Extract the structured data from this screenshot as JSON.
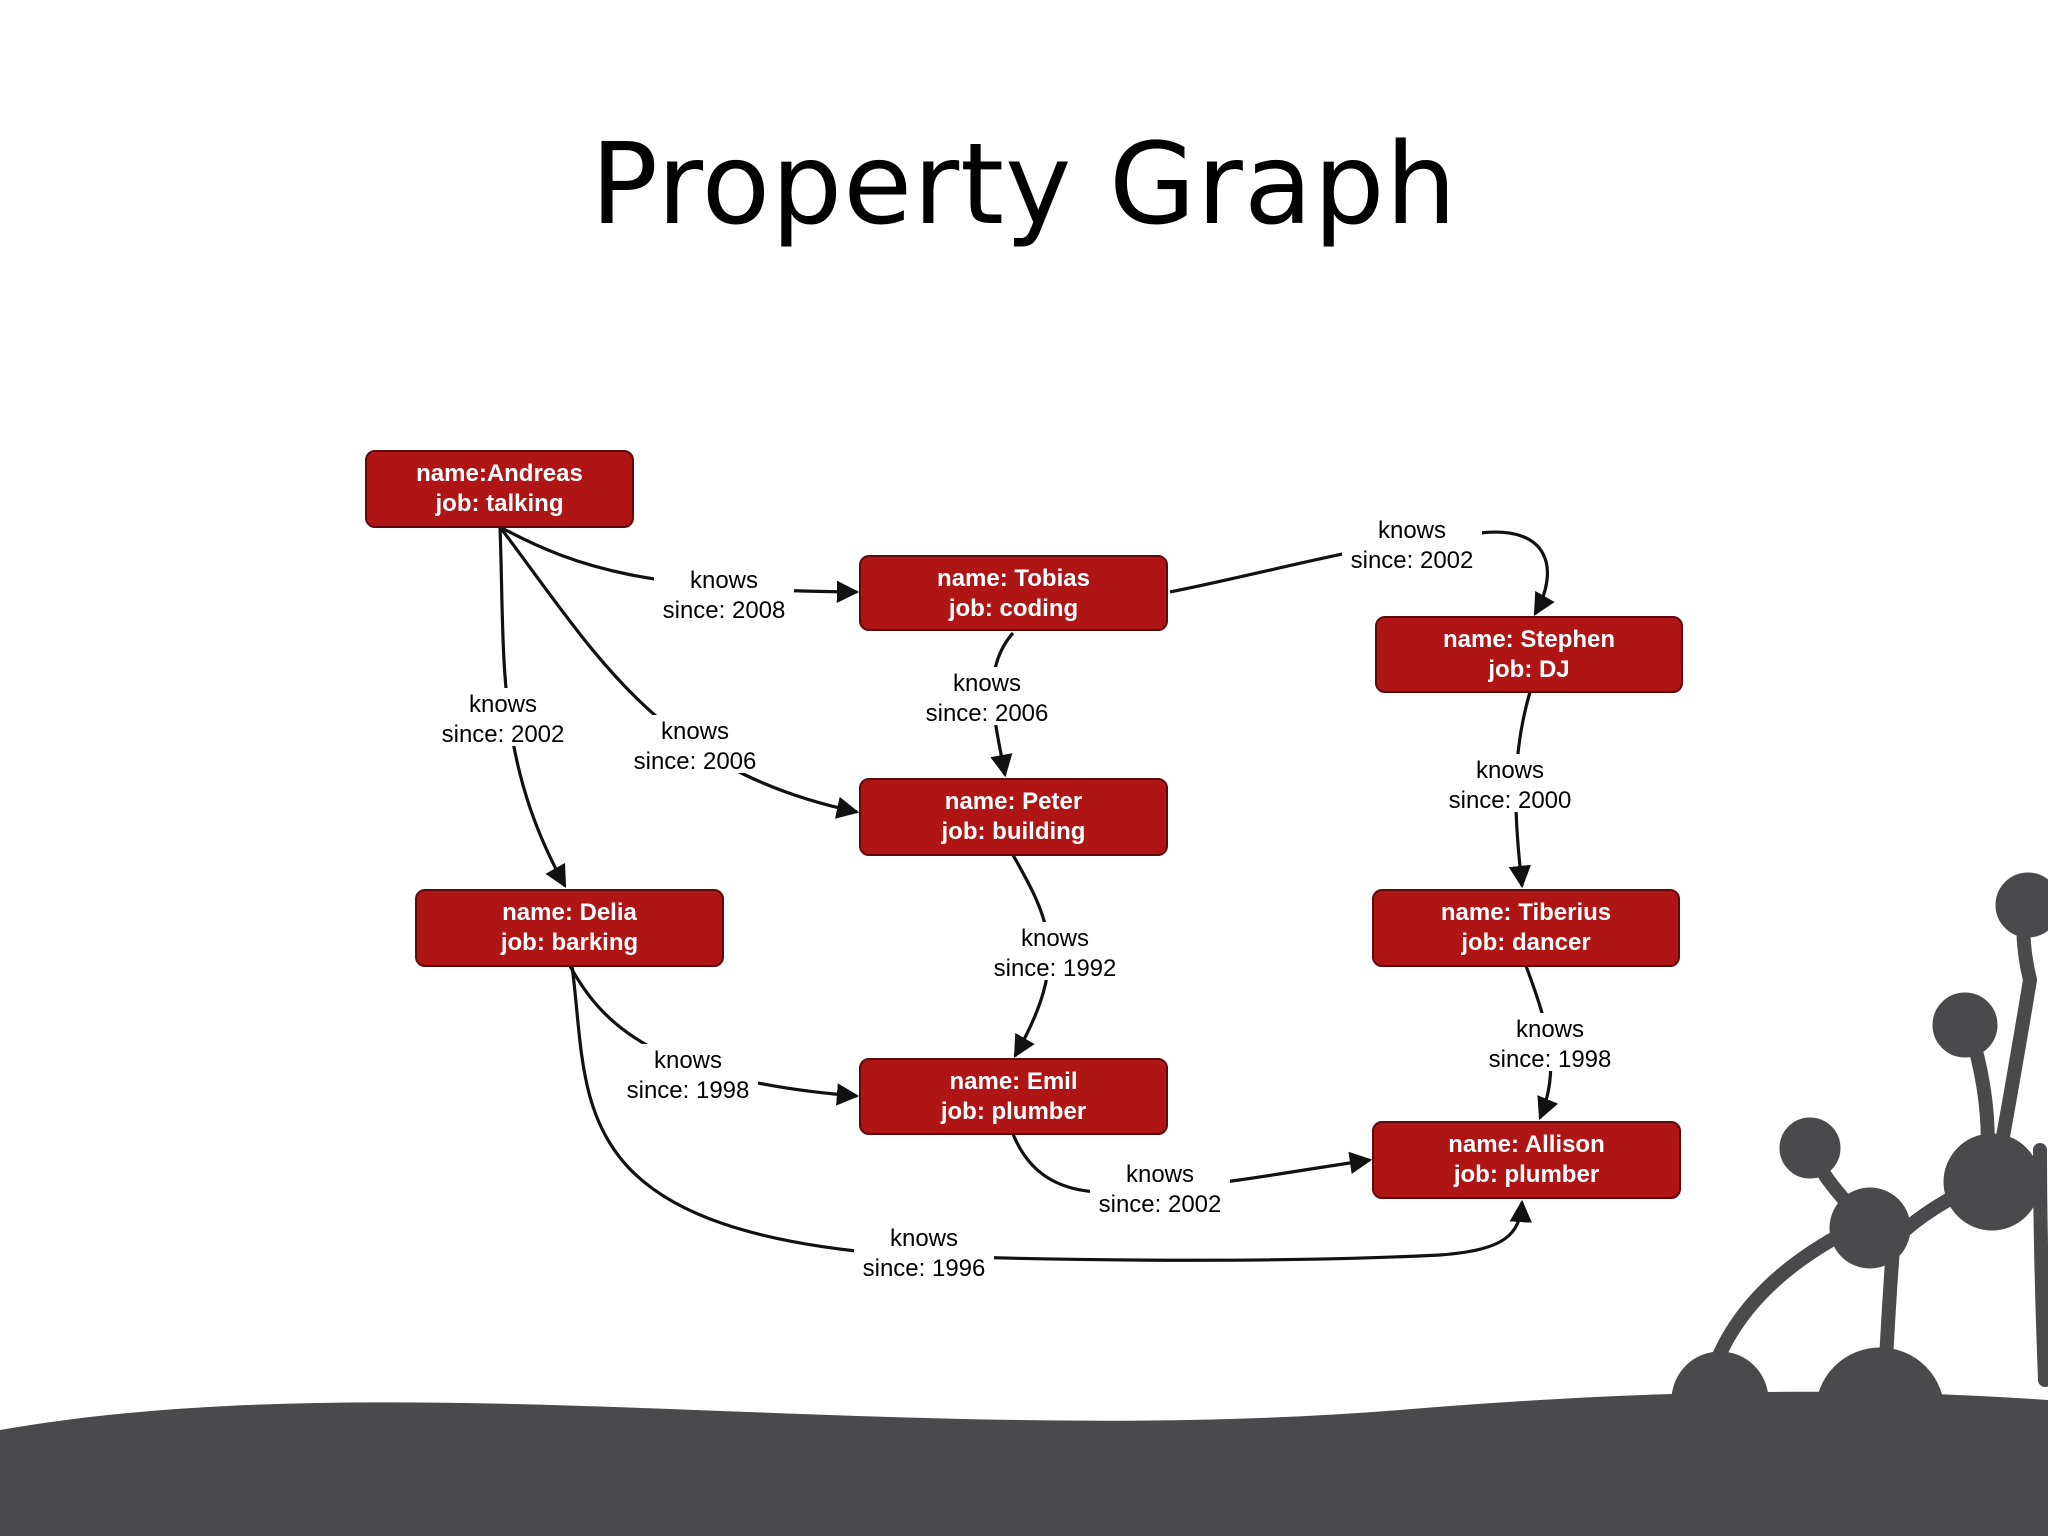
{
  "title": "Property Graph",
  "colors": {
    "node_fill": "#b01515",
    "node_border": "#5e0a0a",
    "edge": "#111111",
    "decor": "#4a4a4c"
  },
  "nodes": [
    {
      "id": "andreas",
      "line1": "name:Andreas",
      "line2": "job: talking"
    },
    {
      "id": "tobias",
      "line1": "name: Tobias",
      "line2": "job: coding"
    },
    {
      "id": "stephen",
      "line1": "name: Stephen",
      "line2": "job: DJ"
    },
    {
      "id": "peter",
      "line1": "name: Peter",
      "line2": "job: building"
    },
    {
      "id": "delia",
      "line1": "name: Delia",
      "line2": "job: barking"
    },
    {
      "id": "tiberius",
      "line1": "name: Tiberius",
      "line2": "job: dancer"
    },
    {
      "id": "emil",
      "line1": "name: Emil",
      "line2": "job: plumber"
    },
    {
      "id": "allison",
      "line1": "name: Allison",
      "line2": "job: plumber"
    }
  ],
  "edges": [
    {
      "from": "andreas",
      "to": "tobias",
      "label": "knows",
      "since": "since: 2008"
    },
    {
      "from": "andreas",
      "to": "delia",
      "label": "knows",
      "since": "since: 2002"
    },
    {
      "from": "andreas",
      "to": "peter",
      "label": "knows",
      "since": "since: 2006"
    },
    {
      "from": "tobias",
      "to": "stephen",
      "label": "knows",
      "since": "since: 2002"
    },
    {
      "from": "tobias",
      "to": "peter",
      "label": "knows",
      "since": "since: 2006"
    },
    {
      "from": "stephen",
      "to": "tiberius",
      "label": "knows",
      "since": "since: 2000"
    },
    {
      "from": "peter",
      "to": "emil",
      "label": "knows",
      "since": "since: 1992"
    },
    {
      "from": "delia",
      "to": "emil",
      "label": "knows",
      "since": "since: 1998"
    },
    {
      "from": "tiberius",
      "to": "allison",
      "label": "knows",
      "since": "since: 1998"
    },
    {
      "from": "emil",
      "to": "allison",
      "label": "knows",
      "since": "since: 2002"
    },
    {
      "from": "delia",
      "to": "allison",
      "label": "knows",
      "since": "since: 1996"
    }
  ]
}
